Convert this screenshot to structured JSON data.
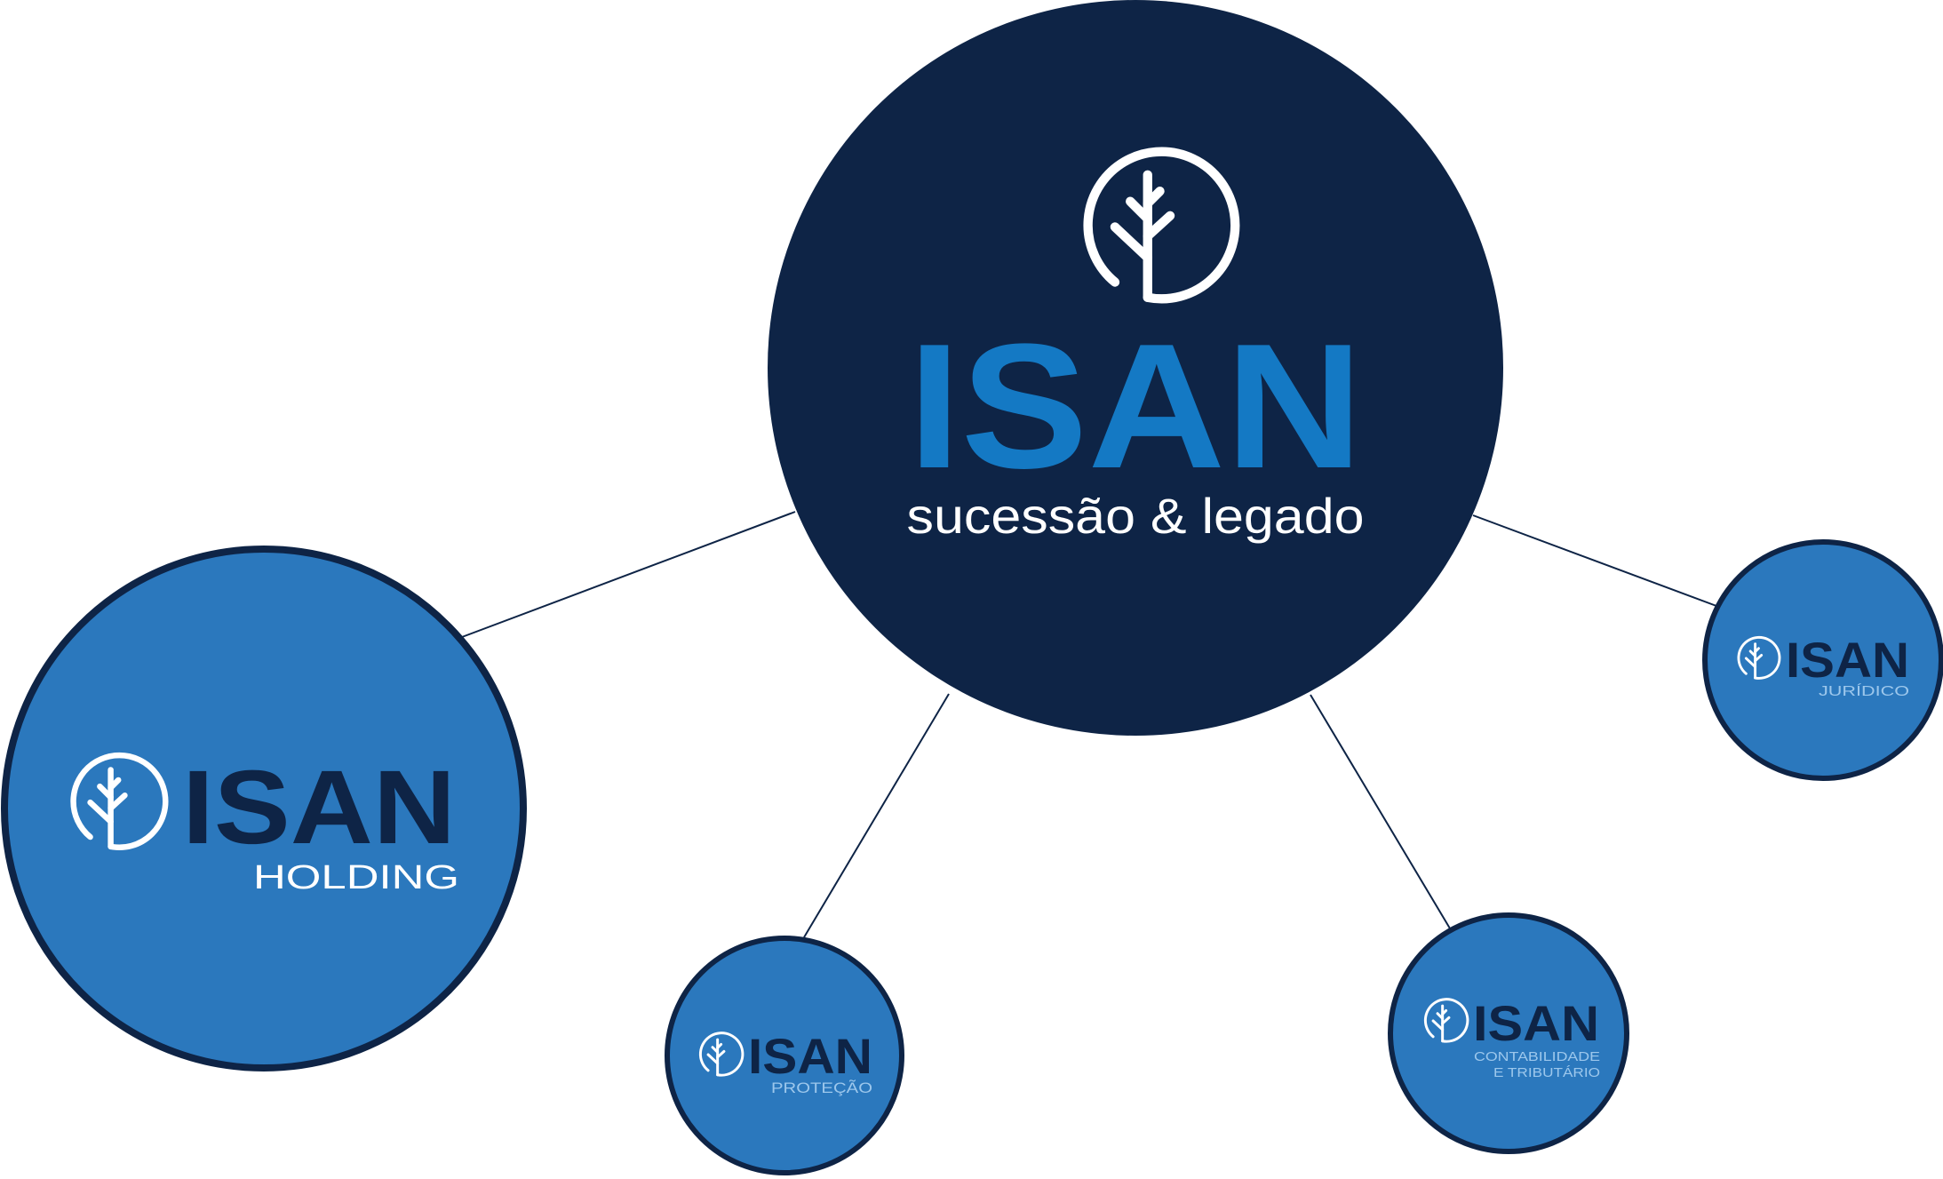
{
  "colors": {
    "background": "#ffffff",
    "navy": "#0e2446",
    "blue": "#2b78bd",
    "bright_blue": "#1479c4",
    "white": "#ffffff",
    "connector": "#0e2446"
  },
  "main_node": {
    "brand": "ISAN",
    "tagline": "sucessão & legado",
    "icon": "tree-in-circle-icon"
  },
  "holding_node": {
    "brand": "ISAN",
    "subtitle": "HOLDING",
    "icon": "tree-in-circle-icon"
  },
  "protecao_node": {
    "brand": "ISAN",
    "subtitle": "PROTEÇÃO",
    "icon": "tree-in-circle-icon"
  },
  "contabilidade_node": {
    "brand": "ISAN",
    "subtitle_line1": "CONTABILIDADE",
    "subtitle_line2": "E TRIBUTÁRIO",
    "icon": "tree-in-circle-icon"
  },
  "juridico_node": {
    "brand": "ISAN",
    "subtitle": "JURÍDICO",
    "icon": "tree-in-circle-icon"
  }
}
